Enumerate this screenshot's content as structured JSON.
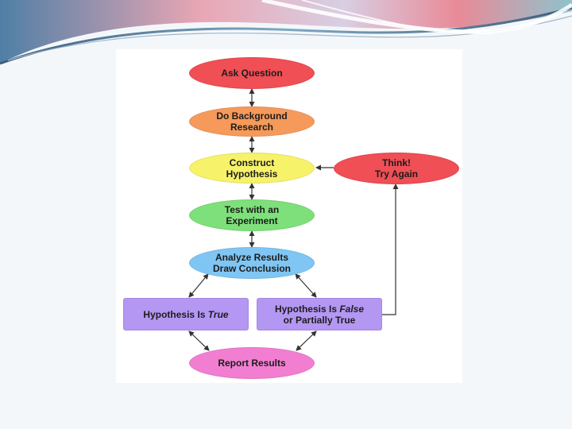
{
  "slide": {
    "theme_colors": {
      "accent_pink": "#e6717f",
      "accent_teal": "#8ec3cc",
      "accent_navy": "#3f5f7d"
    }
  },
  "diagram": {
    "nodes": [
      {
        "id": "ask",
        "shape": "ellipse",
        "color": "#ef4f55",
        "lines": [
          "Ask Question"
        ]
      },
      {
        "id": "background",
        "shape": "ellipse",
        "color": "#f59a5a",
        "lines": [
          "Do Background",
          "Research"
        ]
      },
      {
        "id": "hypothesis",
        "shape": "ellipse",
        "color": "#f6f26a",
        "lines": [
          "Construct",
          "Hypothesis"
        ]
      },
      {
        "id": "think",
        "shape": "ellipse",
        "color": "#ef4f55",
        "lines": [
          "Think!",
          "Try Again"
        ]
      },
      {
        "id": "experiment",
        "shape": "ellipse",
        "color": "#7ee07a",
        "lines": [
          "Test with an",
          "Experiment"
        ]
      },
      {
        "id": "analyze",
        "shape": "ellipse",
        "color": "#7fc6f4",
        "lines": [
          "Analyze Results",
          "Draw Conclusion"
        ]
      },
      {
        "id": "true",
        "shape": "rect",
        "color": "#b497f2",
        "line1_prefix": "Hypothesis Is ",
        "line1_em": "True",
        "line2": ""
      },
      {
        "id": "false",
        "shape": "rect",
        "color": "#b497f2",
        "line1_prefix": "Hypothesis Is ",
        "line1_em": "False",
        "line2": "or Partially True"
      },
      {
        "id": "report",
        "shape": "ellipse",
        "color": "#f27ed1",
        "lines": [
          "Report Results"
        ]
      }
    ],
    "edges": [
      {
        "from": "ask",
        "to": "background",
        "style": "double"
      },
      {
        "from": "background",
        "to": "hypothesis",
        "style": "double"
      },
      {
        "from": "hypothesis",
        "to": "experiment",
        "style": "double"
      },
      {
        "from": "experiment",
        "to": "analyze",
        "style": "double"
      },
      {
        "from": "analyze",
        "to": "true",
        "style": "double"
      },
      {
        "from": "analyze",
        "to": "false",
        "style": "double"
      },
      {
        "from": "true",
        "to": "report",
        "style": "double"
      },
      {
        "from": "false",
        "to": "report",
        "style": "double"
      },
      {
        "from": "false",
        "to": "think",
        "style": "elbow"
      },
      {
        "from": "think",
        "to": "hypothesis",
        "style": "single"
      }
    ]
  }
}
